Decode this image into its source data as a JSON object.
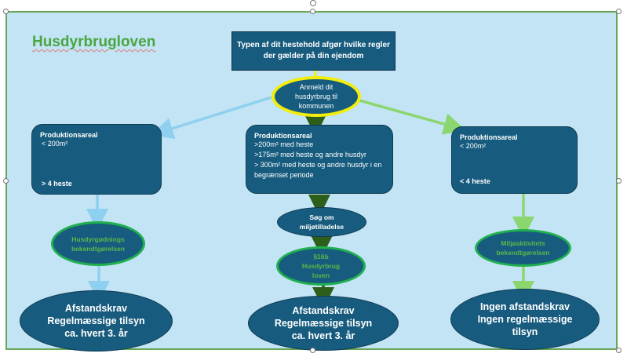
{
  "title": "Husdyrbrugloven",
  "top_box": "Typen af dit hestehold afgør hvilke regler der gælder på din ejendom",
  "report_ellipse": "Anmeld dit husdyrbrug til kommunen",
  "columns": [
    {
      "heading": "Produktionsareal",
      "area": "< 200m²",
      "lines": [],
      "horses": "> 4 heste",
      "regulation": "Husdyrgødnings bekendtgørelsen",
      "outcome": [
        "Afstandskrav",
        "Regelmæssige tilsyn",
        "ca. hvert 3. år"
      ]
    },
    {
      "heading": "Produktionsareal",
      "lines": [
        ">200m² med heste",
        ">175m² med heste og andre husdyr",
        "> 300m² med heste og andre husdyr i en begrænset periode"
      ],
      "permit": "Søg om miljøtilladelse",
      "regulation": "§16b Husdyrbrug loven",
      "outcome": [
        "Afstandskrav",
        "Regelmæssige tilsyn",
        "ca. hvert 3. år"
      ]
    },
    {
      "heading": "Produktionsareal",
      "area": "< 200m²",
      "horses": "< 4 heste",
      "regulation": "Miljøaktivitets bekendtgørelsen",
      "outcome": [
        "Ingen afstandskrav",
        "Ingen regelmæssige",
        "tilsyn"
      ]
    }
  ],
  "colors": {
    "background": "#c2e4f4",
    "box_fill": "#175c7e",
    "title_green": "#4aa540",
    "highlight_yellow": "#f2ee0a",
    "regulation_border": "#21b04f",
    "arrow_left": "#8fd0f0",
    "arrow_center": "#2e5f1a",
    "arrow_right": "#8bd66e"
  }
}
